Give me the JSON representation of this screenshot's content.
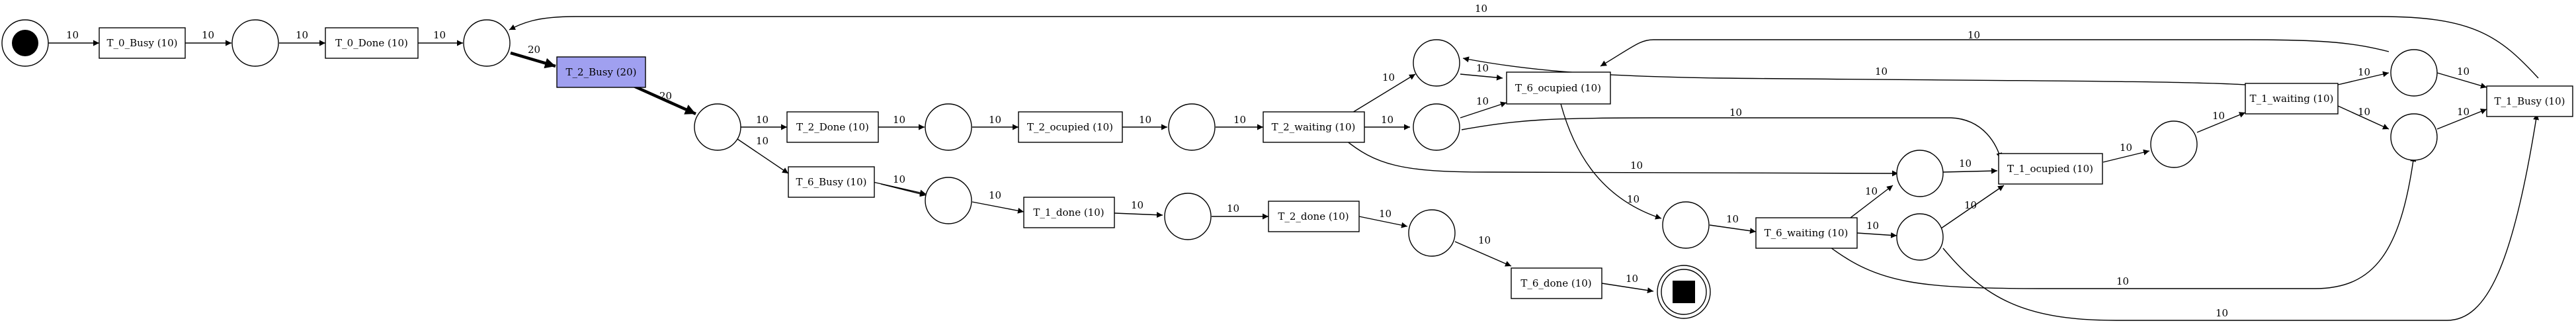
{
  "colors": {
    "highlight": "#a0a0f0",
    "stroke": "#000000",
    "background": "#ffffff"
  },
  "places": {
    "start": "start-token",
    "end": "end-token"
  },
  "transitions": {
    "t0_busy": "T_0_Busy (10)",
    "t0_done": "T_0_Done (10)",
    "t2_busy": "T_2_Busy (20)",
    "t2_done": "T_2_Done (10)",
    "t2_ocupied": "T_2_ocupied (10)",
    "t2_waiting": "T_2_waiting (10)",
    "t6_ocupied": "T_6_ocupied (10)",
    "t6_busy": "T_6_Busy (10)",
    "t1_done_lower": "T_1_done (10)",
    "t2_done_lower": "T_2_done (10)",
    "t6_done": "T_6_done (10)",
    "t6_waiting": "T_6_waiting (10)",
    "t1_ocupied": "T_1_ocupied (10)",
    "t1_waiting": "T_1_waiting (10)",
    "t1_busy": "T_1_Busy (10)"
  },
  "edge_labels": {
    "e1": "10",
    "e2": "10",
    "e3": "10",
    "e4": "10",
    "e5": "10",
    "e6": "20",
    "e7": "20",
    "e8": "10",
    "e9": "10",
    "e10": "10",
    "e11": "10",
    "e12": "10",
    "e13": "10",
    "e14": "10",
    "e15": "10",
    "e16": "10",
    "e17": "10",
    "e18": "10",
    "e19": "10",
    "e20": "10",
    "e21": "10",
    "e22": "10",
    "e23": "10",
    "e24": "10",
    "e25": "10",
    "e26": "10",
    "e27": "10",
    "e28": "10",
    "e29": "10",
    "e30": "10",
    "e31": "10",
    "e32": "10",
    "e33": "10",
    "e34": "10",
    "e35": "10",
    "e36": "10",
    "e37": "10",
    "e38": "10",
    "e39": "10",
    "e40": "10",
    "e41": "10",
    "e42": "10"
  }
}
